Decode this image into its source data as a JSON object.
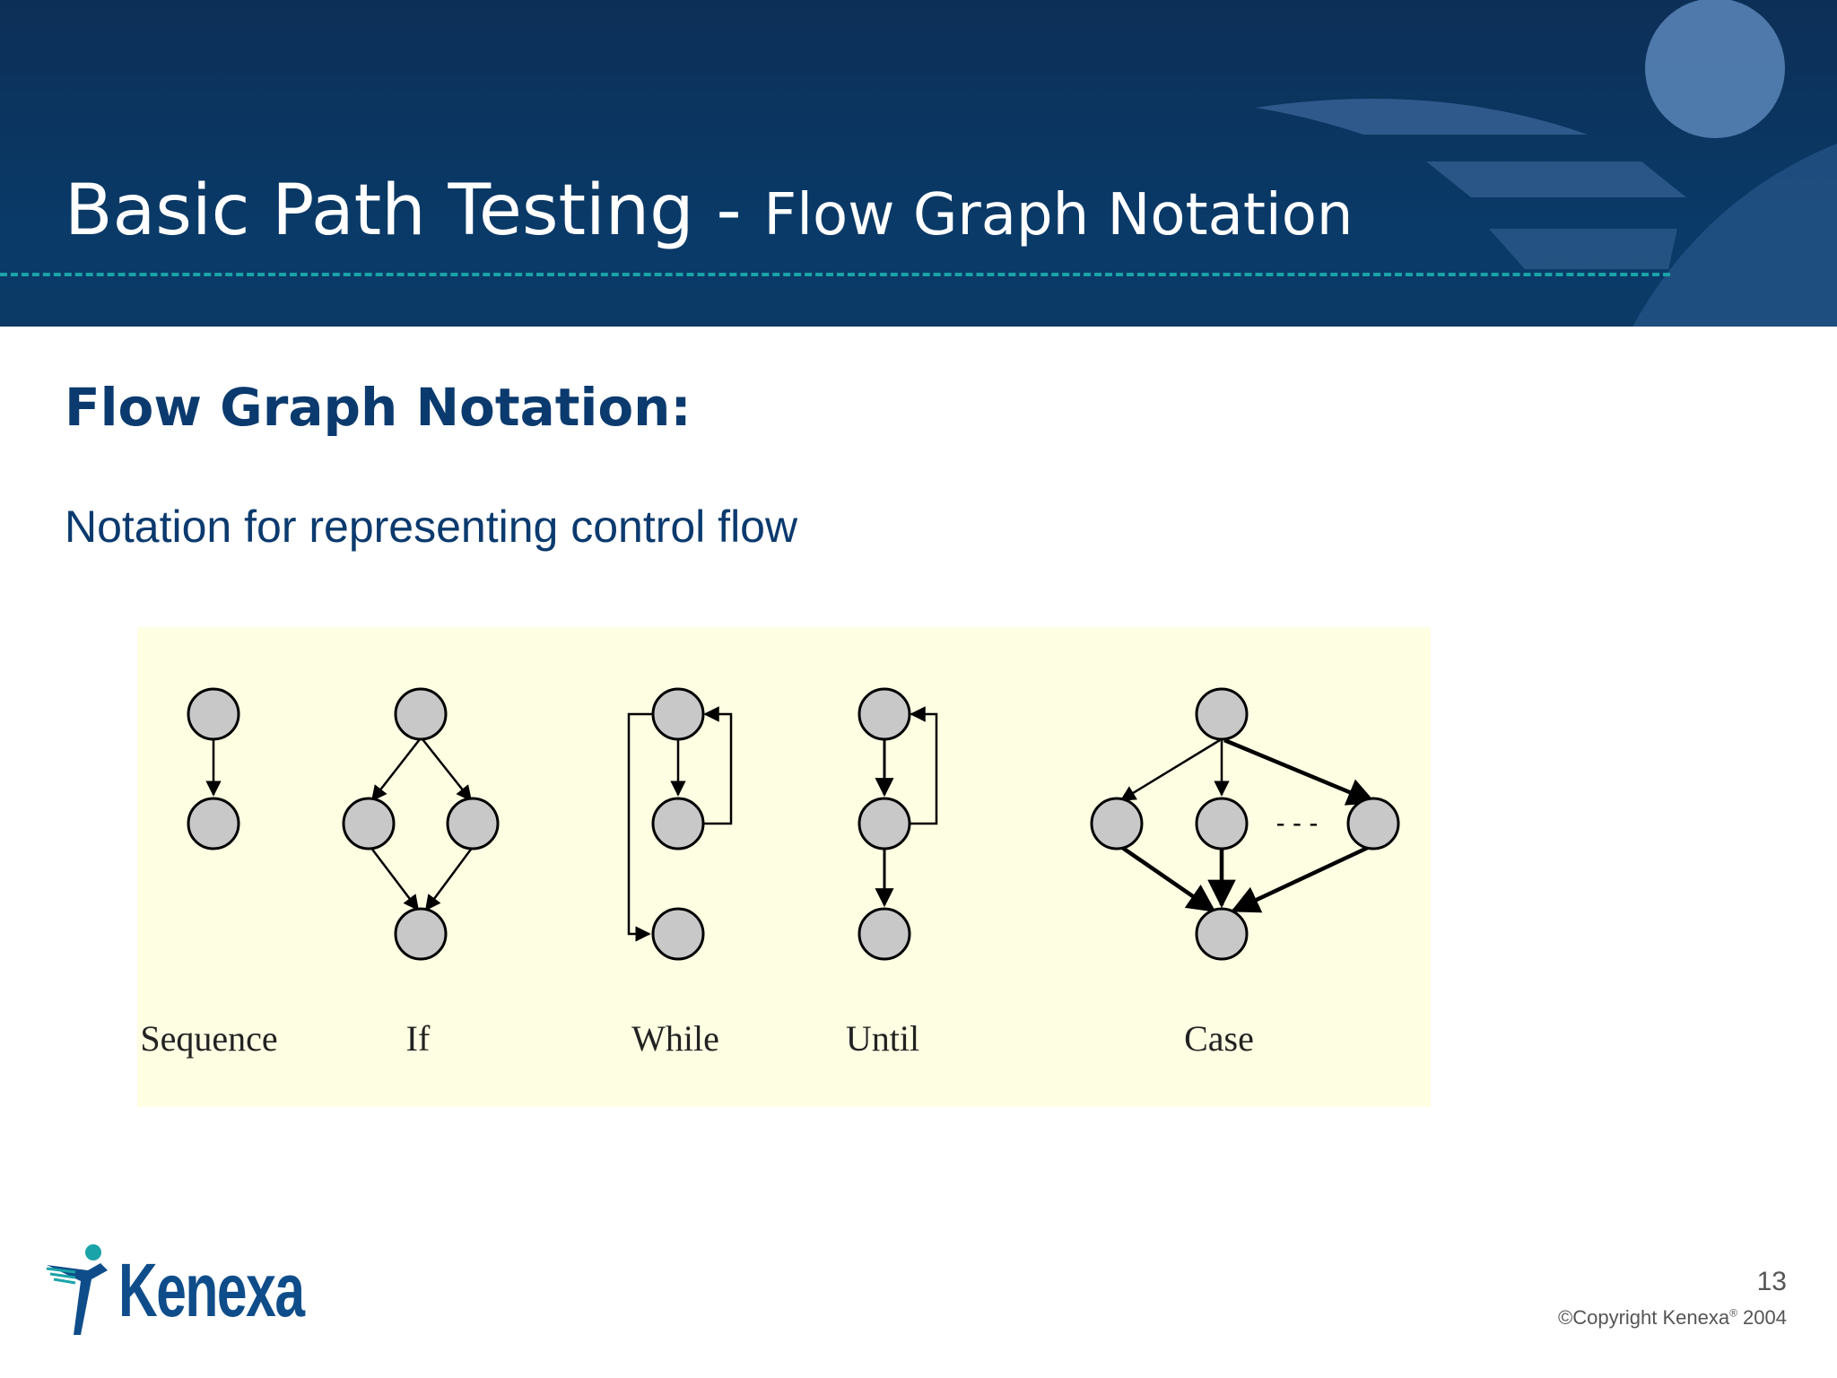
{
  "header": {
    "title_main": "Basic Path Testing - ",
    "title_sub": "Flow Graph Notation"
  },
  "content": {
    "heading": "Flow Graph Notation:",
    "body": "Notation for representing control flow"
  },
  "diagram": {
    "constructs": [
      {
        "name": "sequence",
        "label": "Sequence"
      },
      {
        "name": "if",
        "label": "If"
      },
      {
        "name": "while",
        "label": "While"
      },
      {
        "name": "until",
        "label": "Until"
      },
      {
        "name": "case",
        "label": "Case"
      }
    ],
    "case_ellipsis": "- - -"
  },
  "footer": {
    "logo_text": "Kenexa",
    "page_number": "13",
    "copyright": "©Copyright Kenexa",
    "copyright_mark": "®",
    "copyright_year": " 2004"
  },
  "colors": {
    "header_bg": "#0b3a66",
    "title_rule": "#1aa3a8",
    "heading": "#0b3a6e",
    "diagram_bg": "#fefee3",
    "node_fill": "#c8c8c8"
  }
}
